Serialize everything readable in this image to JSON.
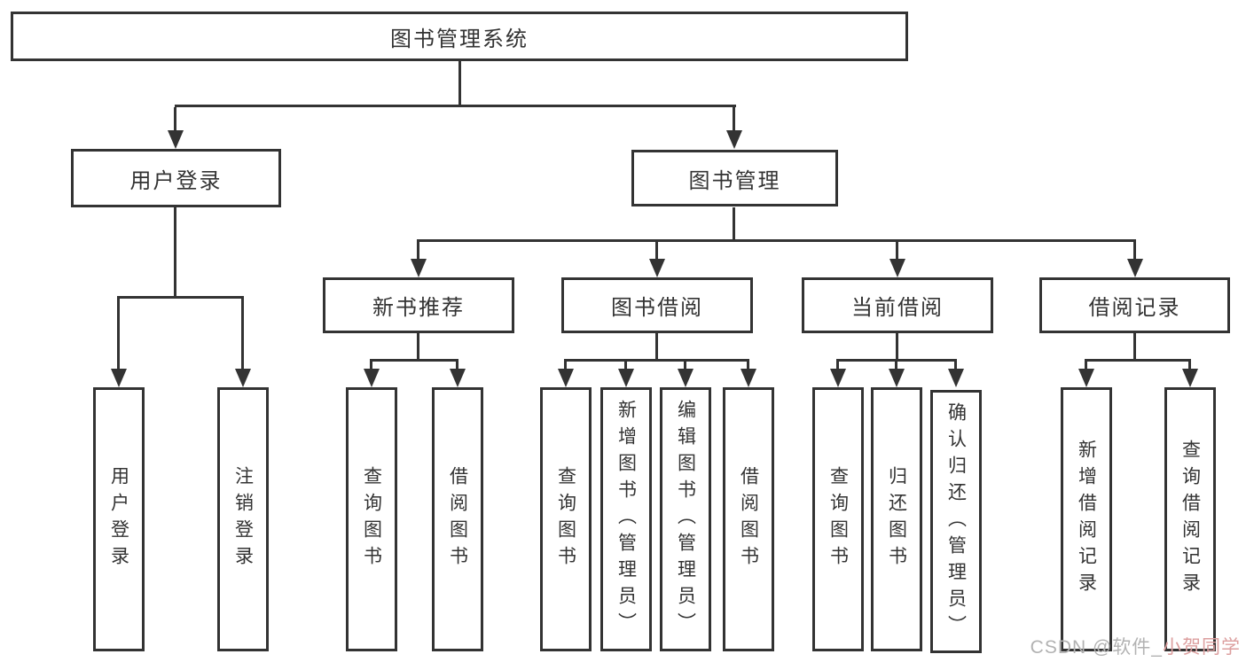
{
  "diagram": {
    "title": "图书管理系统",
    "branches": {
      "user": {
        "label": "用户登录",
        "leaves": [
          "用户登录",
          "注销登录"
        ]
      },
      "mgmt": {
        "label": "图书管理",
        "sections": {
          "recommend": {
            "label": "新书推荐",
            "leaves": [
              "查询图书",
              "借阅图书"
            ]
          },
          "borrow": {
            "label": "图书借阅",
            "leaves": [
              "查询图书",
              "新增图书（管理员）",
              "编辑图书（管理员）",
              "借阅图书"
            ]
          },
          "current": {
            "label": "当前借阅",
            "leaves": [
              "查询图书",
              "归还图书",
              "确认归还（管理员）"
            ]
          },
          "records": {
            "label": "借阅记录",
            "leaves": [
              "新增借阅记录",
              "查询借阅记录"
            ]
          }
        }
      }
    }
  },
  "watermark": {
    "gray": "CSDN @软件_",
    "pink": "小贺同学"
  },
  "colors": {
    "line": "#333333",
    "text": "#333333",
    "background": "#ffffff",
    "watermark_gray": "#b2b2b2",
    "watermark_pink": "#dc9f9f"
  }
}
